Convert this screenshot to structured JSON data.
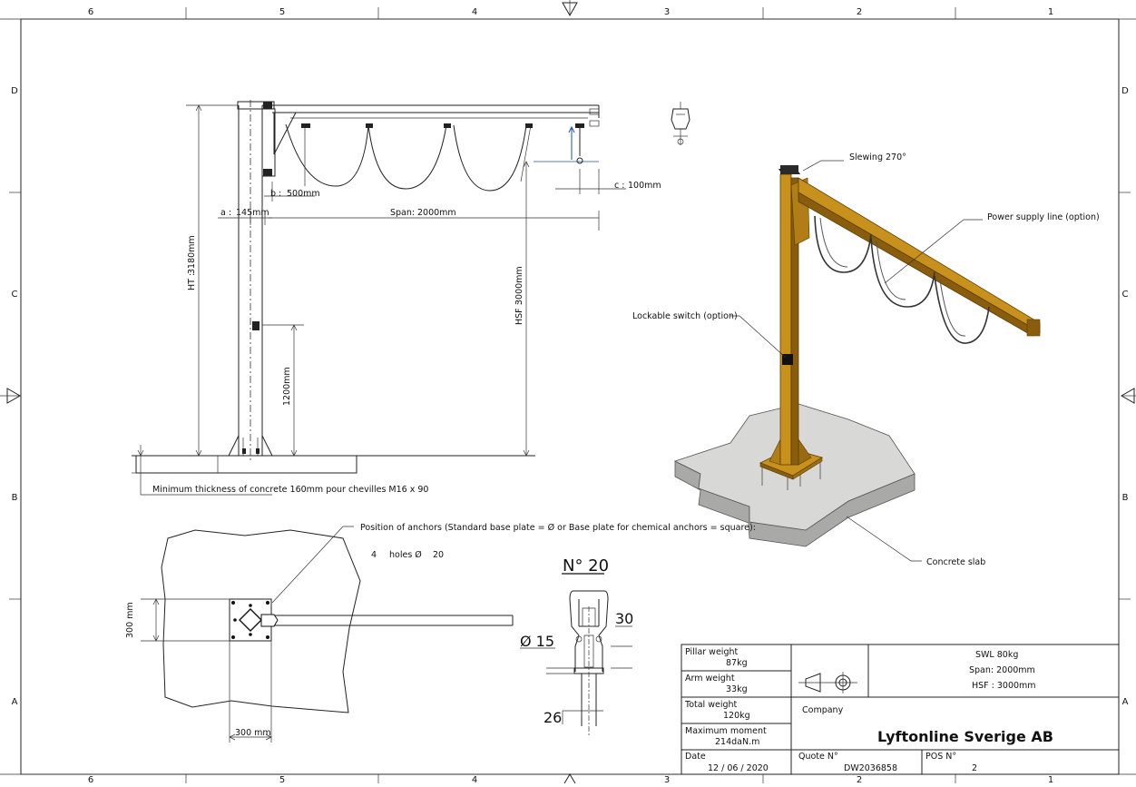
{
  "frame": {
    "columns_top": [
      "6",
      "5",
      "4",
      "3",
      "2",
      "1"
    ],
    "columns_bottom": [
      "6",
      "5",
      "4",
      "3",
      "2",
      "1"
    ],
    "rows_left": [
      "D",
      "C",
      "B",
      "A"
    ],
    "rows_right": [
      "D",
      "C",
      "B",
      "A"
    ]
  },
  "side_view": {
    "b_label": "b :",
    "b_value": "500mm",
    "a_label": "a :",
    "a_value": "145mm",
    "span_label": "Span:",
    "span_value": "2000mm",
    "c_label": "c :",
    "c_value": "100mm",
    "ht_label": "HT :",
    "ht_value": "3180mm",
    "hsf_label": "HSF :",
    "hsf_value": "3000mm",
    "switch_height": "1200mm",
    "concrete_text": "Minimum thickness of concrete 160mm pour chevilles M16 x 90"
  },
  "iso_view": {
    "slewing": "Slewing 270°",
    "power_supply": "Power supply line (option)",
    "lockable_switch": "Lockable switch (option)",
    "concrete_slab": "Concrete slab"
  },
  "plan_view": {
    "anchors_text": "Position of anchors  (Standard base plate  = Ø or Base plate for chemical anchors = square):",
    "holes_count": "4",
    "holes_label": "holes Ø",
    "holes_diameter": "20",
    "dim_vertical": "300 mm",
    "dim_horizontal": "300 mm"
  },
  "detail": {
    "title": "N° 20",
    "dim_30": "30",
    "dim_15": "Ø 15",
    "dim_26": "26"
  },
  "title_block": {
    "pillar_weight_label": "Pillar weight",
    "pillar_weight_value": "87kg",
    "arm_weight_label": "Arm weight",
    "arm_weight_value": "33kg",
    "total_weight_label": "Total weight",
    "total_weight_value": "120kg",
    "max_moment_label": "Maximum moment",
    "max_moment_value": "214daN.m",
    "date_label": "Date",
    "date_value": "12 / 06 / 2020",
    "swl": "SWL  80kg",
    "span": "Span:  2000mm",
    "hsf": "HSF :   3000mm",
    "company_label": "Company",
    "company_name": "Lyftonline Sverige AB",
    "quote_label": "Quote N°",
    "quote_value": "DW2036858",
    "pos_label": "POS N°",
    "pos_value": "2"
  },
  "colors": {
    "crane": "#c8911c",
    "crane_dark": "#8a5d0c",
    "slab_top": "#d8d8d6",
    "slab_side": "#a9a9a7",
    "leader_blue": "#1d4fa8"
  }
}
